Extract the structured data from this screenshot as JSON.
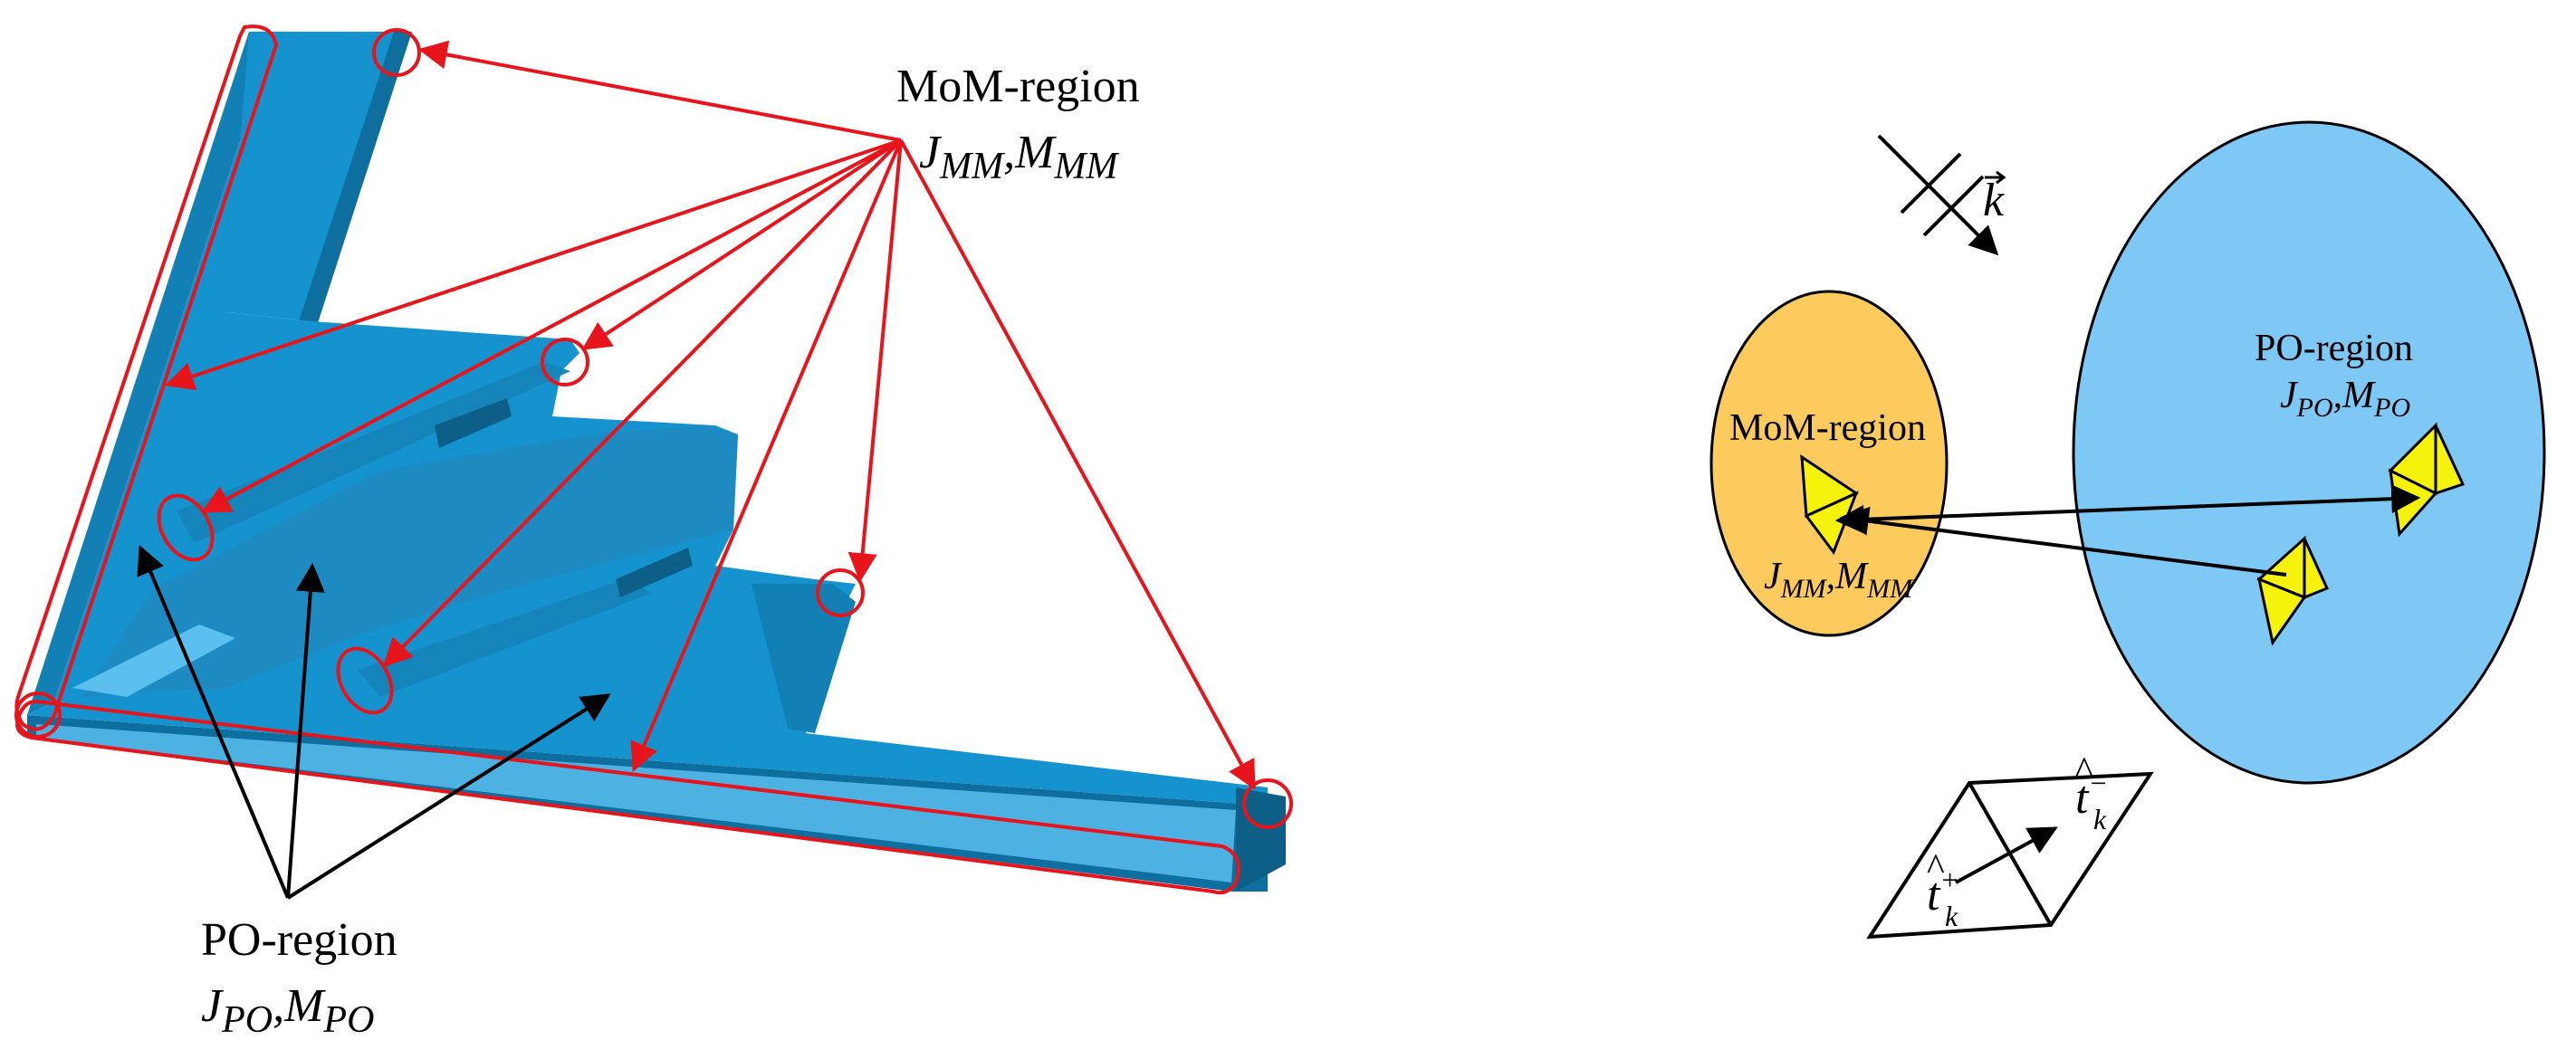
{
  "left_panel": {
    "mom_region": {
      "title": "MoM-region",
      "currents": {
        "j": "J",
        "j_sub": "MM",
        "m": "M",
        "m_sub": "MM"
      }
    },
    "po_region": {
      "title": "PO-region",
      "currents": {
        "j": "J",
        "j_sub": "PO",
        "m": "M",
        "m_sub": "PO"
      }
    }
  },
  "right_panel": {
    "wave_vector": "k",
    "mom_region": {
      "title": "MoM-region",
      "currents": {
        "j": "J",
        "j_sub": "MM",
        "m": "M",
        "m_sub": "MM"
      }
    },
    "po_region": {
      "title": "PO-region",
      "currents": {
        "j": "J",
        "j_sub": "PO",
        "m": "M",
        "m_sub": "PO"
      }
    },
    "unit_vectors": {
      "plus": {
        "base": "t",
        "sub": "k",
        "sup": "+"
      },
      "minus": {
        "base": "t",
        "sub": "k",
        "sup": "−"
      }
    }
  },
  "colors": {
    "aircraft_body": "#1593cf",
    "aircraft_dark": "#0e6f9f",
    "aircraft_light": "#55b7e6",
    "annotation_red": "#e8141b",
    "mom_fill": "#fdca5e",
    "po_fill": "#7ec8f6",
    "triangle_yellow": "#f5f20b"
  }
}
